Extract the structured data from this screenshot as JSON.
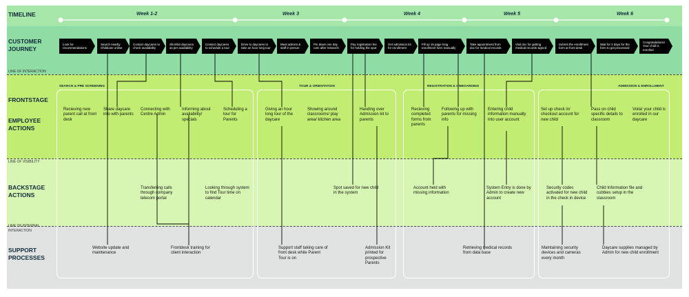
{
  "row_labels": {
    "timeline": "TIMELINE",
    "journey": "CUSTOMER JOURNEY",
    "frontstage": "FRONTSTAGE",
    "employee": "EMPLOYEE ACTIONS",
    "backstage": "BACKSTAGE ACTIONS",
    "support": "SUPPORT PROCESSES"
  },
  "line_labels": {
    "interaction": "LINE OF INTERACTION",
    "visibility": "LINE OF VISIBILITY",
    "internal_1": "LINE OF INTERNAL",
    "internal_2": "INTERACTION"
  },
  "weeks": [
    "Week 1-2",
    "Week 3",
    "Week 4",
    "Week 5",
    "Week 6"
  ],
  "journey": [
    "Look for recommendations",
    "Search nearby Childcare online",
    "Contact daycares to check availability",
    "Shortlist daycares as per availability",
    "Contact daycares to schedule a tour",
    "Drive to daycares to take an hour long tour",
    "Meet admins & staff in person",
    "Pin down one day care after research",
    "Pay registration fee for holding the spot",
    "Get admission kit for enrollment",
    "Fill up 15 page long enrollment form manually",
    "Take appointment from doc for medical records",
    "Visit doc for getting medical records signed",
    "Submit the enrollment form at front desk",
    "Wait for 3 days for the form to get processed",
    "Congratulations! Your child is enrolled"
  ],
  "sections": [
    "SEARCH & PRE SCREENING",
    "TOUR & ORIENTATION",
    "REGISTRATION & ONBOARDING",
    "ADMISSION & ENROLLMENT"
  ],
  "employee": [
    "Recieving new parent call at front desk",
    "Share daycare info with parents",
    "Connecting with Centre Admin",
    "Informing about availability/ specials",
    "Scheduling a tour for Parents",
    "Giving an hour long tour of the daycare",
    "Showing around classrooms/ play area/ kitchen area",
    "Handing over Admission kit to parents",
    "Recieving completed forms from parents",
    "Following up with parents for missing info",
    "Entering child information manually into user account",
    "Set up check in/ checkout account for new child",
    "Pass on child specific details to classroom",
    "Voila! your child is enrolled in our daycare"
  ],
  "backstage": [
    "Transferring calls through company telecom portal",
    "Looking through system to find Tour time on calendar",
    "Spot saved for new child in the system",
    "Account held with missing information",
    "System Entry is done by Admin to create new account",
    "Security codes activated for new child in the check in device",
    "Child Information file and cubbies setup in the classroom"
  ],
  "support": [
    "Website update and maintenance",
    "Frontdesk training for client interaction",
    "Support staff taking care of front desk while Parent Tour is on",
    "Admission Kit printed for prospective Parents",
    "Retrieving medical records from data base",
    "Maintaining security devices and cameras every month",
    "Daycare supplies managed by Admin for new child enrollment"
  ]
}
